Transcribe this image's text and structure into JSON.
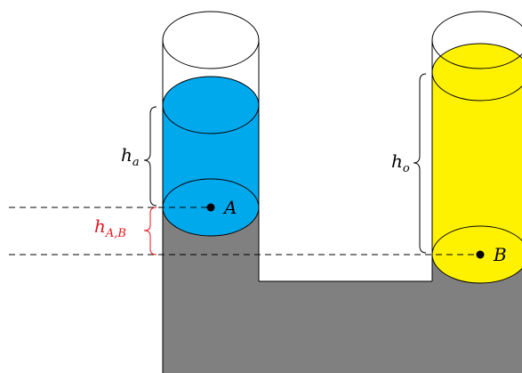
{
  "labels": {
    "h_a": {
      "main": "h",
      "sub": "a"
    },
    "h_o": {
      "main": "h",
      "sub": "o"
    },
    "h_ab": {
      "main": "h",
      "sub": "A,B"
    },
    "point_a": "A",
    "point_b": "B"
  },
  "colors": {
    "mercury": "#808080",
    "water": "#00a8ec",
    "oil": "#fff200",
    "red_label": "#e8141c",
    "outline": "#000000"
  }
}
